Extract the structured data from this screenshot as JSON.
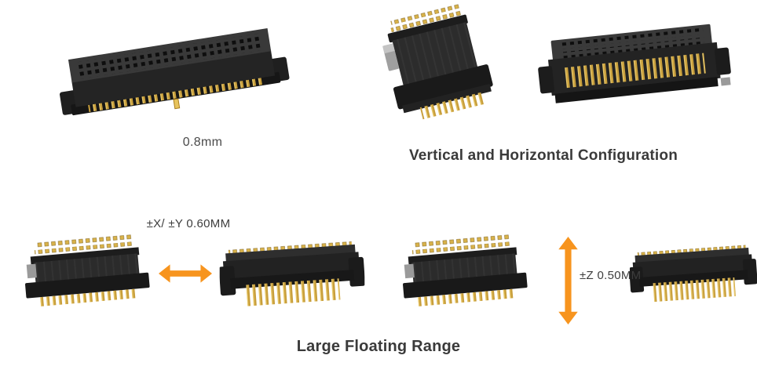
{
  "meta": {
    "background": "#FFFFFF"
  },
  "colors": {
    "accent_orange": "#F7941E",
    "heading_text": "#3A3A3A",
    "label_text": "#3D3D3D",
    "connector_gold": "#C89F3C",
    "connector_body": "#232323"
  },
  "top": {
    "pitch_label": "0.8mm",
    "caption": "Vertical and Horizontal Configuration",
    "connector_images": [
      "isometric-0-8mm-pitch-connector",
      "vertical-configuration-connector",
      "horizontal-configuration-connector"
    ]
  },
  "bottom": {
    "xy_float_label": "±X/ ±Y 0.60MM",
    "z_float_label": "±Z 0.50MM",
    "caption": "Large Floating Range",
    "connector_images": [
      "floating-connector-receptacle-left",
      "floating-connector-plug-left",
      "floating-connector-receptacle-right",
      "floating-connector-plug-right"
    ],
    "icons": {
      "horizontal_arrow": "horizontal-double-arrow",
      "vertical_arrow": "vertical-double-arrow"
    }
  }
}
